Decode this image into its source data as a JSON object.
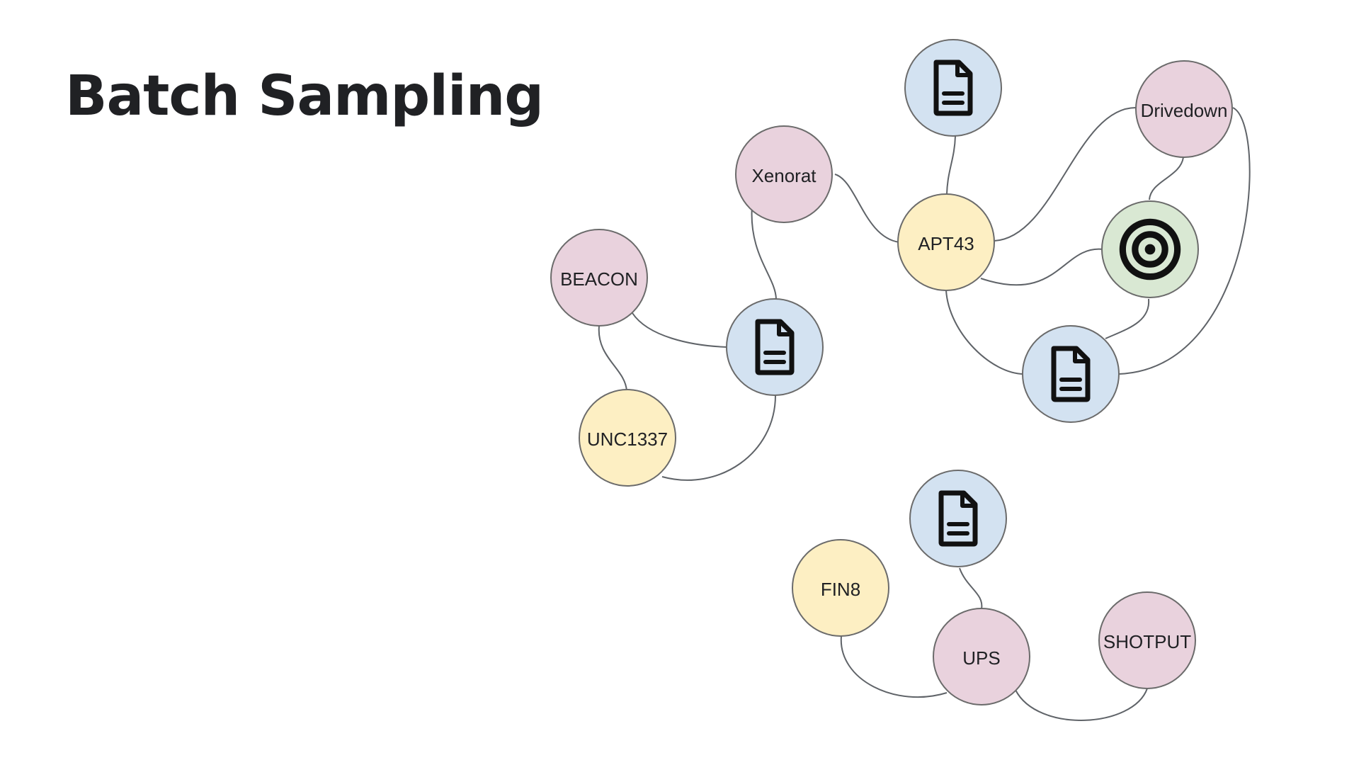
{
  "slide": {
    "title": "Batch Sampling"
  },
  "colors": {
    "actor": "#fdefc3",
    "malware": "#e9d2dd",
    "document": "#d3e2f1",
    "target": "#d9e8d3"
  },
  "graph": {
    "nodes": [
      {
        "id": "beacon",
        "label": "BEACON",
        "kind": "malware"
      },
      {
        "id": "unc1337",
        "label": "UNC1337",
        "kind": "actor"
      },
      {
        "id": "doc-left",
        "label": "",
        "kind": "document",
        "icon": "document-icon"
      },
      {
        "id": "xenorat",
        "label": "Xenorat",
        "kind": "malware"
      },
      {
        "id": "doc-top",
        "label": "",
        "kind": "document",
        "icon": "document-icon"
      },
      {
        "id": "apt43",
        "label": "APT43",
        "kind": "actor"
      },
      {
        "id": "drivedown",
        "label": "Drivedown",
        "kind": "malware"
      },
      {
        "id": "target",
        "label": "",
        "kind": "target",
        "icon": "target-icon"
      },
      {
        "id": "doc-right",
        "label": "",
        "kind": "document",
        "icon": "document-icon"
      },
      {
        "id": "doc-bottom",
        "label": "",
        "kind": "document",
        "icon": "document-icon"
      },
      {
        "id": "fin8",
        "label": "FIN8",
        "kind": "actor"
      },
      {
        "id": "ups",
        "label": "UPS",
        "kind": "malware"
      },
      {
        "id": "shotput",
        "label": "SHOTPUT",
        "kind": "malware"
      }
    ],
    "edges": [
      [
        "beacon",
        "doc-left"
      ],
      [
        "beacon",
        "unc1337"
      ],
      [
        "unc1337",
        "doc-left"
      ],
      [
        "xenorat",
        "doc-left"
      ],
      [
        "xenorat",
        "apt43"
      ],
      [
        "doc-top",
        "apt43"
      ],
      [
        "apt43",
        "drivedown"
      ],
      [
        "apt43",
        "target"
      ],
      [
        "apt43",
        "doc-right"
      ],
      [
        "drivedown",
        "target"
      ],
      [
        "drivedown",
        "doc-right"
      ],
      [
        "target",
        "doc-right"
      ],
      [
        "doc-bottom",
        "ups"
      ],
      [
        "fin8",
        "ups"
      ],
      [
        "ups",
        "shotput"
      ]
    ]
  }
}
